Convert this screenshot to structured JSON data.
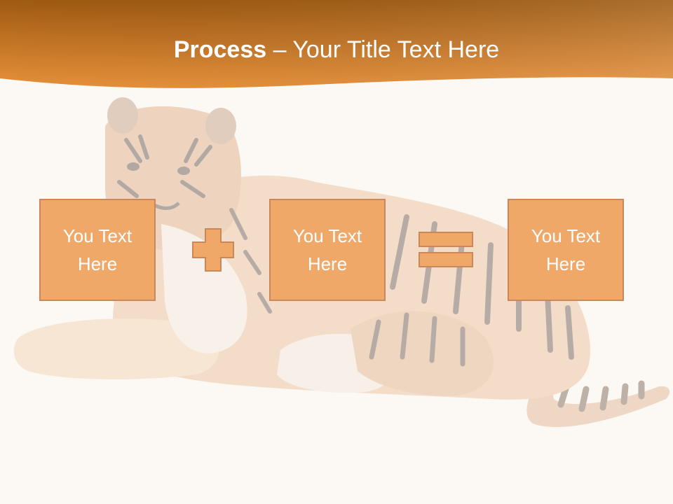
{
  "slide": {
    "title_bold": "Process",
    "title_dash": " – ",
    "title_rest": "Your Title Text Here",
    "boxes": [
      {
        "text": "You Text\nHere"
      },
      {
        "text": "You Text\nHere"
      },
      {
        "text": "You Text\nHere"
      }
    ],
    "operators": [
      "plus-icon",
      "equals-icon"
    ],
    "background_image": "tiger-image",
    "colors": {
      "header_dark": "#9e5a12",
      "header_light": "#e8913a",
      "background": "#fcf8f4",
      "box_fill": "#f0a868",
      "box_border": "#c9875a",
      "title_text": "#ffffff"
    }
  }
}
